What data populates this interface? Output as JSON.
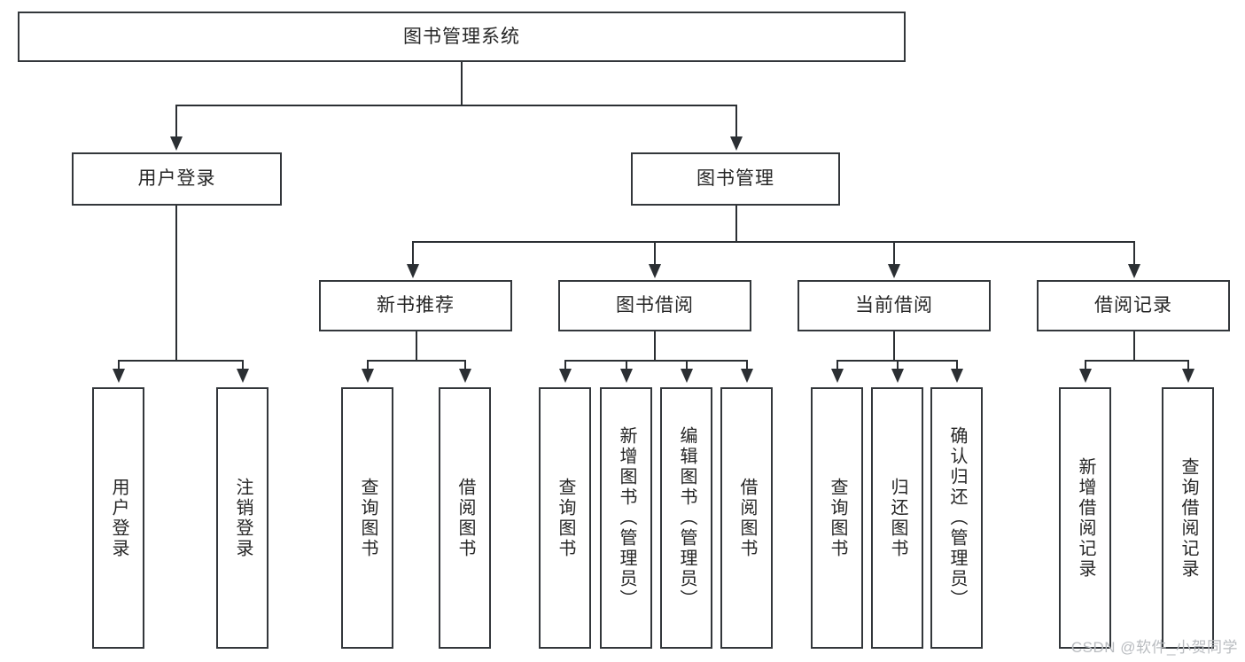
{
  "diagram": {
    "title": "图书管理系统",
    "watermark": "CSDN @软件_小贺同学",
    "colors": {
      "stroke": "#33373b",
      "fill": "#ffffff",
      "text": "#262626",
      "watermark": "#b9bcc0"
    },
    "root": {
      "label": "图书管理系统"
    },
    "level2": [
      {
        "label": "用户登录"
      },
      {
        "label": "图书管理"
      }
    ],
    "level3": [
      {
        "label": "新书推荐"
      },
      {
        "label": "图书借阅"
      },
      {
        "label": "当前借阅"
      },
      {
        "label": "借阅记录"
      }
    ],
    "leaves": {
      "user_login": [
        {
          "label": "用户登录"
        },
        {
          "label": "注销登录"
        }
      ],
      "new_book": [
        {
          "label": "查询图书"
        },
        {
          "label": "借阅图书"
        }
      ],
      "book_borrow": [
        {
          "label": "查询图书"
        },
        {
          "label": "新增图书（管理员）"
        },
        {
          "label": "编辑图书（管理员）"
        },
        {
          "label": "借阅图书"
        }
      ],
      "current_borrow": [
        {
          "label": "查询图书"
        },
        {
          "label": "归还图书"
        },
        {
          "label": "确认归还（管理员）"
        }
      ],
      "borrow_record": [
        {
          "label": "新增借阅记录"
        },
        {
          "label": "查询借阅记录"
        }
      ]
    }
  }
}
